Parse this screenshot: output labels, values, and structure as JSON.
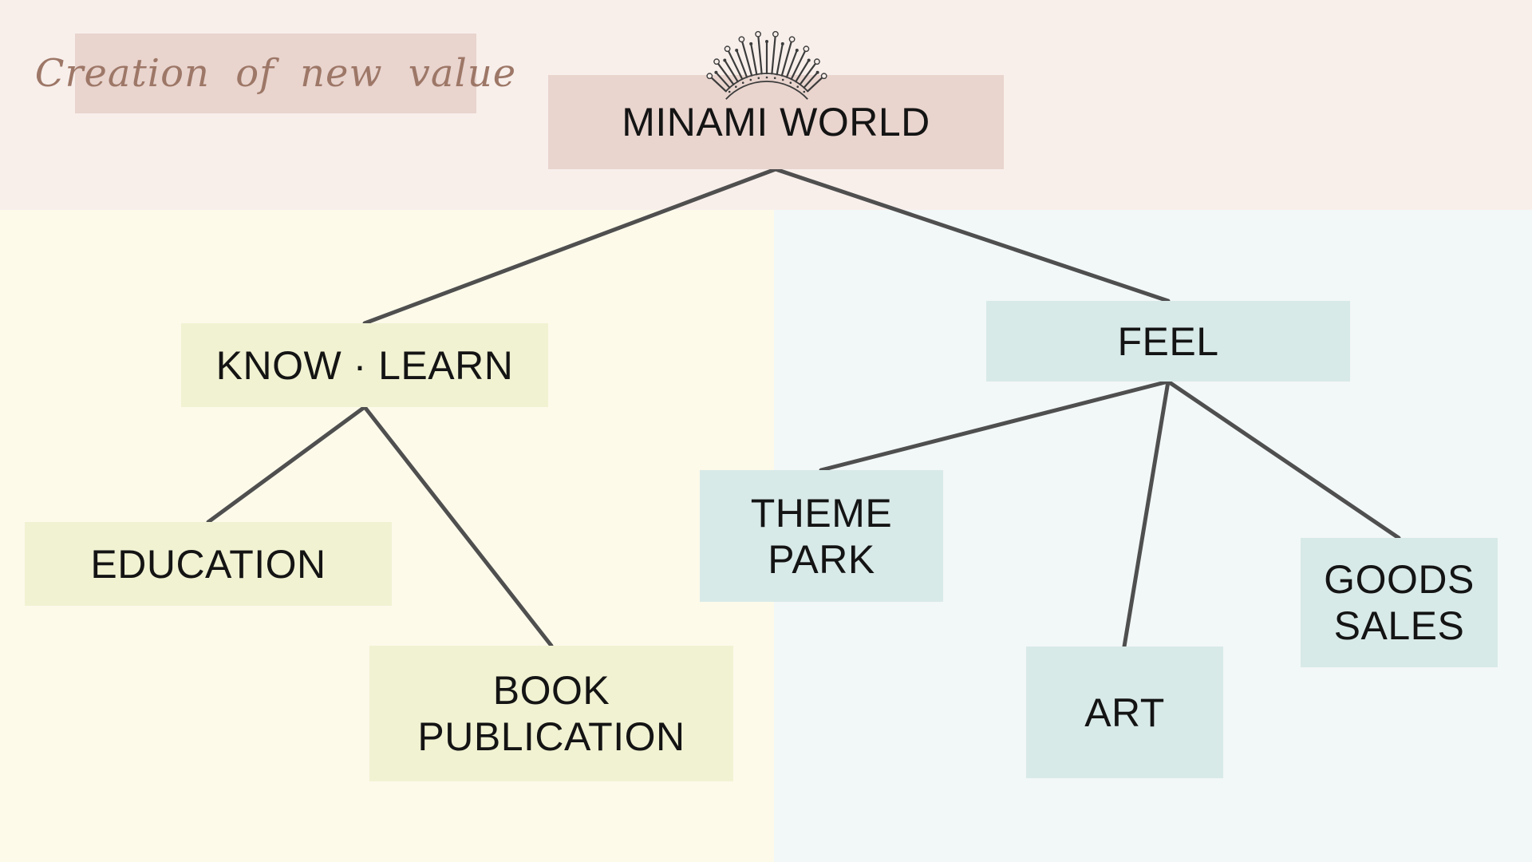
{
  "colors": {
    "top_band_bg": "#f8efeb",
    "left_region_bg": "#fdfaea",
    "right_region_bg": "#f2f7f7",
    "root_box_bg": "#e9d4ce",
    "left_box_bg": "#f1f2d2",
    "right_box_bg": "#d8eae8",
    "connector": "#4f4f4f",
    "label_text": "#141414",
    "banner_text": "#9d7767"
  },
  "banner": {
    "label": "Creation of new value"
  },
  "decor": {
    "crown_icon": "tiara"
  },
  "tree": {
    "root": {
      "label": "MINAMI WORLD"
    },
    "left_branch": {
      "label": "KNOW · LEARN",
      "children": [
        {
          "label": "EDUCATION"
        },
        {
          "label": "BOOK PUBLICATION"
        }
      ]
    },
    "right_branch": {
      "label": "FEEL",
      "children": [
        {
          "label": "THEME PARK"
        },
        {
          "label": "ART"
        },
        {
          "label": "GOODS SALES"
        }
      ]
    }
  }
}
